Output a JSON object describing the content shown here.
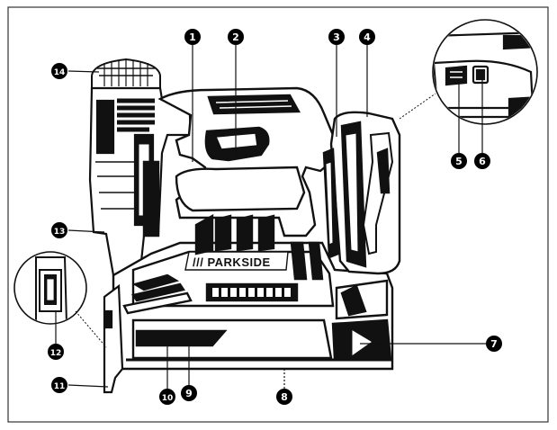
{
  "diagram": {
    "brand": "/// PARKSIDE",
    "callouts": [
      {
        "id": "c1",
        "label": "1"
      },
      {
        "id": "c2",
        "label": "2"
      },
      {
        "id": "c3",
        "label": "3"
      },
      {
        "id": "c4",
        "label": "4"
      },
      {
        "id": "c5",
        "label": "5"
      },
      {
        "id": "c6",
        "label": "6"
      },
      {
        "id": "c7",
        "label": "7"
      },
      {
        "id": "c8",
        "label": "8"
      },
      {
        "id": "c9",
        "label": "9"
      },
      {
        "id": "c10",
        "label": "10"
      },
      {
        "id": "c11",
        "label": "11"
      },
      {
        "id": "c12",
        "label": "12"
      },
      {
        "id": "c13",
        "label": "13"
      },
      {
        "id": "c14",
        "label": "14"
      }
    ],
    "colors": {
      "ink": "#111111",
      "badge": "#000000",
      "body": "#ffffff"
    }
  }
}
